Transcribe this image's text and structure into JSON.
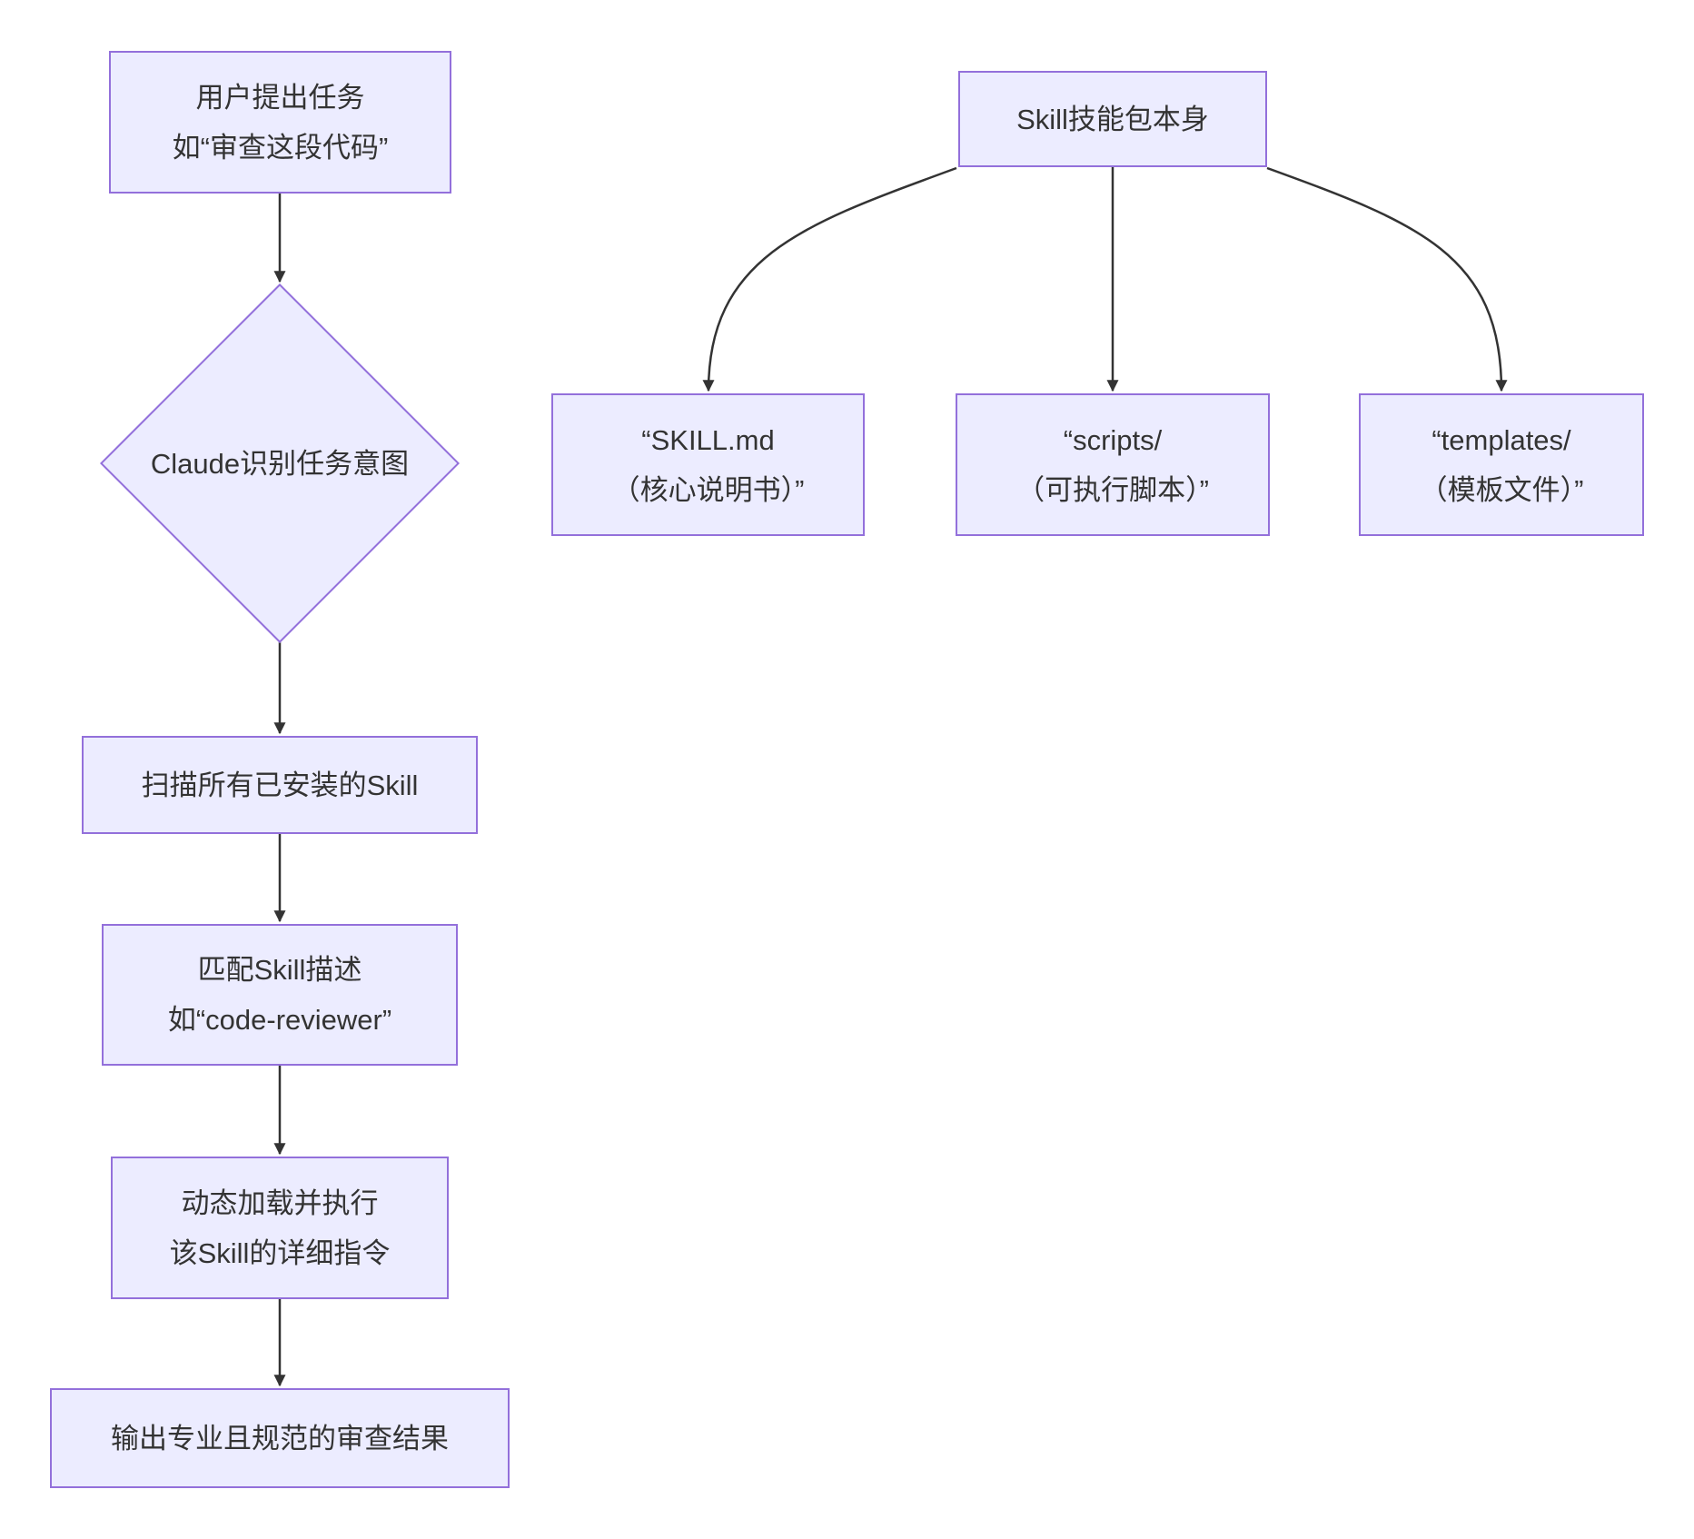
{
  "colors": {
    "node_fill": "#ECECFF",
    "node_border": "#9370DB",
    "edge": "#333333",
    "text": "#333333",
    "background": "#FFFFFF"
  },
  "flow": {
    "user_task": {
      "lines": [
        "用户提出任务",
        "如“审查这段代码”"
      ]
    },
    "identify_intent": {
      "lines": [
        "Claude识别任务意图"
      ]
    },
    "scan_skills": {
      "lines": [
        "扫描所有已安装的Skill"
      ]
    },
    "match_skill": {
      "lines": [
        "匹配Skill描述",
        "如“code-reviewer”"
      ]
    },
    "load_execute": {
      "lines": [
        "动态加载并执行",
        "该Skill的详细指令"
      ]
    },
    "output_result": {
      "lines": [
        "输出专业且规范的审查结果"
      ]
    }
  },
  "skill_package": {
    "root": {
      "lines": [
        "Skill技能包本身"
      ]
    },
    "skill_md": {
      "lines": [
        "“SKILL.md",
        "（核心说明书）”"
      ]
    },
    "scripts": {
      "lines": [
        "“scripts/",
        "（可执行脚本）”"
      ]
    },
    "templates": {
      "lines": [
        "“templates/",
        "（模板文件）”"
      ]
    }
  }
}
